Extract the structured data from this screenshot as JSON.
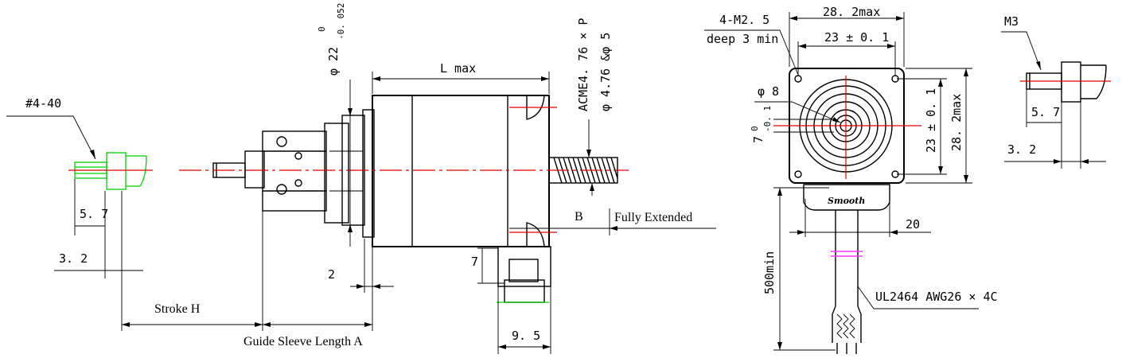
{
  "labels": {
    "thread_left": "#4-40",
    "dim_5_7_left": "5. 7",
    "dim_3_2_left": "3. 2",
    "stroke": "Stroke H",
    "guide_sleeve": "Guide Sleeve Length A",
    "phi22": "φ 22",
    "phi22_tol_upper": "0",
    "phi22_tol_lower": "-0. 052",
    "lmax": "L max",
    "dim_2": "2",
    "dim_7": "7",
    "dim_9_5": "9. 5",
    "acme": "ACME4. 76 × P",
    "phi476": "φ 4.76 &φ 5",
    "b": "B",
    "fully_extended": "Fully Extended",
    "m25": "4-M2. 5",
    "deep": "deep 3 min",
    "w282": "28. 2max",
    "w23": "23 ± 0. 1",
    "phi8": "φ 8",
    "dim_7_front": "7",
    "dim_7_tol_upper": "0",
    "dim_7_tol_lower": "-0. 1",
    "h23": "23 ± 0. 1",
    "h282": "28. 2max",
    "dim_20": "20",
    "len500": "500min",
    "cable": "UL2464  AWG26 × 4C",
    "brand": "Smooth",
    "m3": "M3",
    "dim_5_7_right": "5. 7",
    "dim_3_2_right": "3. 2"
  }
}
